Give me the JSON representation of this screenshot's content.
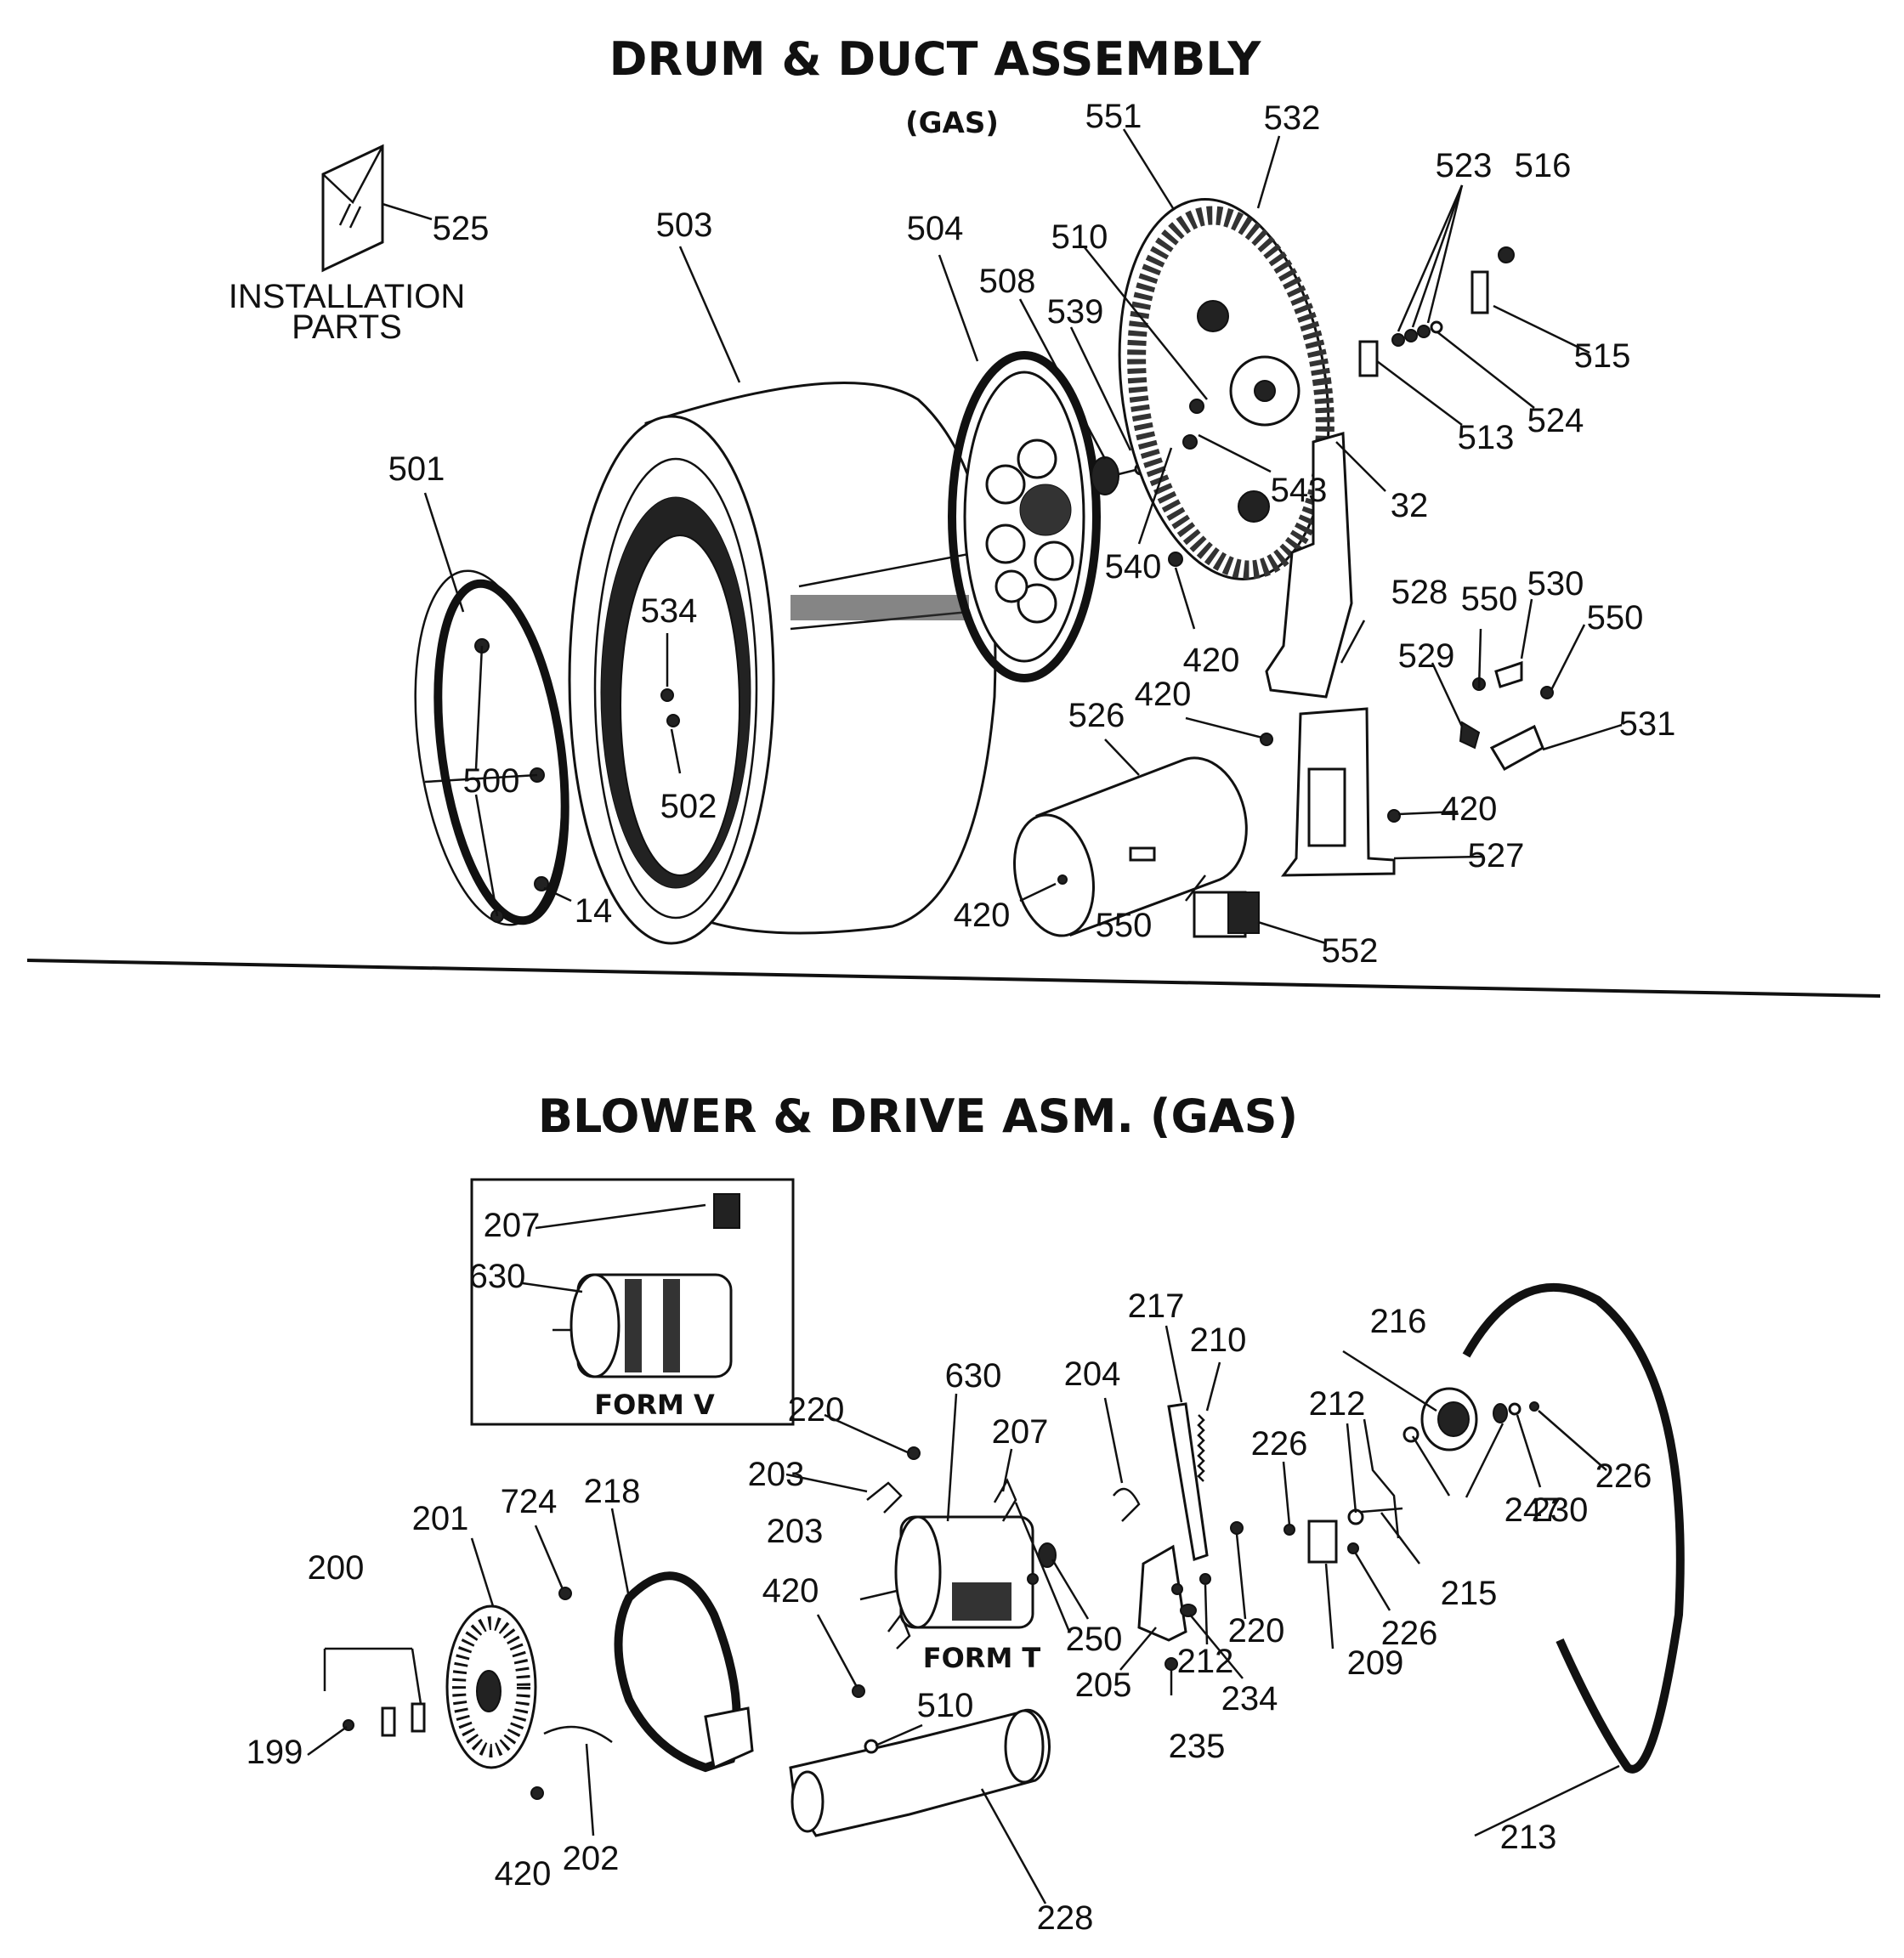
{
  "sections": {
    "drum": {
      "title": "DRUM & DUCT ASSEMBLY",
      "subtitle": "(GAS)"
    },
    "blower": {
      "title": "BLOWER & DRIVE ASM. (GAS)"
    }
  },
  "installation_parts_label": [
    "INSTALLATION",
    "PARTS"
  ],
  "form_labels": {
    "form_v": "FORM V",
    "form_t": "FORM T"
  },
  "drum_callouts": [
    "525",
    "503",
    "504",
    "508",
    "510",
    "539",
    "551",
    "532",
    "523",
    "516",
    "515",
    "524",
    "513",
    "543",
    "32",
    "540",
    "420",
    "501",
    "534",
    "500",
    "502",
    "14",
    "526",
    "528",
    "550",
    "530",
    "550",
    "529",
    "531",
    "420",
    "420",
    "527",
    "420",
    "550",
    "552"
  ],
  "blower_callouts": [
    "207",
    "630",
    "220",
    "630",
    "207",
    "204",
    "217",
    "210",
    "216",
    "212",
    "226",
    "203",
    "203",
    "420",
    "247",
    "230",
    "226",
    "201",
    "724",
    "218",
    "200",
    "199",
    "250",
    "220",
    "215",
    "212",
    "205",
    "234",
    "235",
    "209",
    "226",
    "510",
    "420",
    "202",
    "228",
    "213"
  ]
}
